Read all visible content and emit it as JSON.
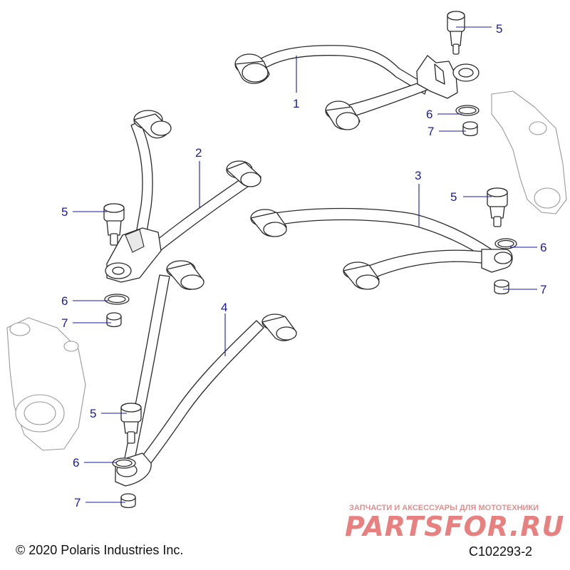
{
  "callouts": [
    {
      "id": "c1",
      "label": "1"
    },
    {
      "id": "c2",
      "label": "2"
    },
    {
      "id": "c3",
      "label": "3"
    },
    {
      "id": "c4",
      "label": "4"
    },
    {
      "id": "c5a",
      "label": "5"
    },
    {
      "id": "c5b",
      "label": "5"
    },
    {
      "id": "c5c",
      "label": "5"
    },
    {
      "id": "c5d",
      "label": "5"
    },
    {
      "id": "c6a",
      "label": "6"
    },
    {
      "id": "c6b",
      "label": "6"
    },
    {
      "id": "c6c",
      "label": "6"
    },
    {
      "id": "c6d",
      "label": "6"
    },
    {
      "id": "c7a",
      "label": "7"
    },
    {
      "id": "c7b",
      "label": "7"
    },
    {
      "id": "c7c",
      "label": "7"
    },
    {
      "id": "c7d",
      "label": "7"
    }
  ],
  "footer": {
    "copyright": "© 2020 Polaris Industries Inc.",
    "drawing_id": "C102293-2"
  },
  "watermark": {
    "tagline": "ЗАПЧАСТИ И АКСЕССУАРЫ ДЛЯ МОТОТЕХНИКИ",
    "brand": "PARTSFOR.RU"
  },
  "colors": {
    "callout": "#1a1aa6",
    "watermark": "#e56a6a"
  }
}
